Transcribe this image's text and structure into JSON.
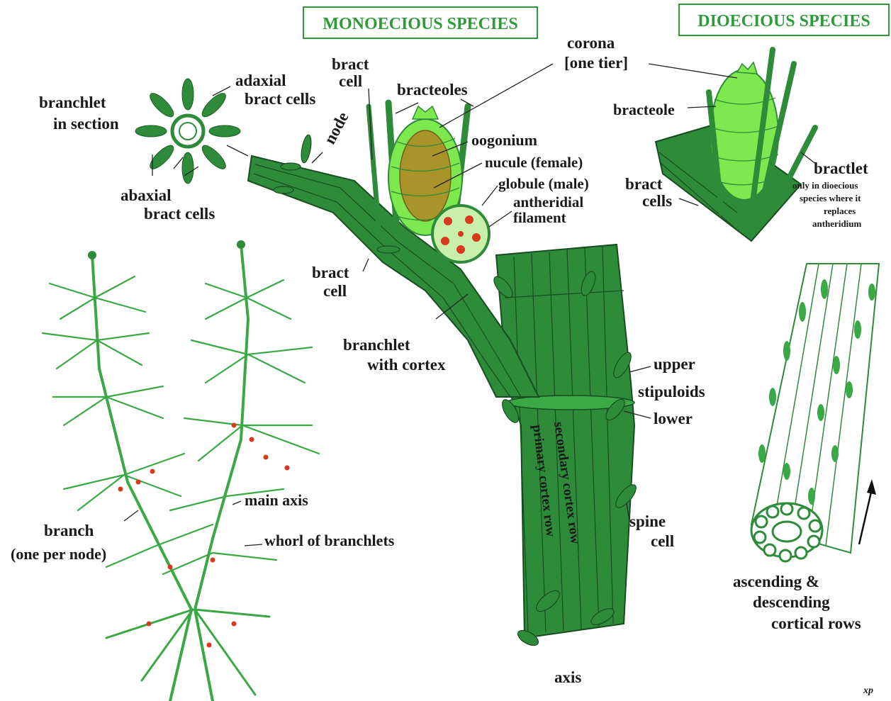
{
  "headers": {
    "monoecious": "MONOECIOUS SPECIES",
    "dioecious": "DIOECIOUS SPECIES"
  },
  "colors": {
    "dark_green": "#2e8b3a",
    "mid_green": "#3aa845",
    "light_green": "#7ee84f",
    "nucule_olive": "#a89428",
    "red": "#d83a1e",
    "title_green": "#2e9a3a"
  },
  "labels": {
    "adaxial_1": "adaxial",
    "adaxial_2": "bract cells",
    "branchlet_section_1": "branchlet",
    "branchlet_section_2": "in section",
    "abaxial_1": "abaxial",
    "abaxial_2": "bract cells",
    "bract_cell_top_1": "bract",
    "bract_cell_top_2": "cell",
    "node": "node",
    "bracteoles": "bracteoles",
    "corona_1": "corona",
    "corona_2": "[one tier]",
    "oogonium": "oogonium",
    "nucule": "nucule (female)",
    "globule": "globule (male)",
    "antheridial_1": "antheridial",
    "antheridial_2": "filament",
    "bract_cell_mid_1": "bract",
    "bract_cell_mid_2": "cell",
    "branchlet_cortex_1": "branchlet",
    "branchlet_cortex_2": "with cortex",
    "upper": "upper",
    "stipuloids": "stipuloids",
    "lower": "lower",
    "primary_cortex": "primary cortex row",
    "secondary_cortex": "secondary cortex row",
    "spine_cell_1": "spine",
    "spine_cell_2": "cell",
    "axis": "axis",
    "main_axis": "main axis",
    "whorl": "whorl of branchlets",
    "branch_1": "branch",
    "branch_2": "(one per node)",
    "bracteole": "bracteole",
    "bract_cells_right_1": "bract",
    "bract_cells_right_2": "cells",
    "bractlet": "bractlet",
    "bractlet_note_1": "only in dioecious",
    "bractlet_note_2": "species where it",
    "bractlet_note_3": "replaces",
    "bractlet_note_4": "antheridium",
    "ascending_1": "ascending &",
    "ascending_2": "descending",
    "ascending_3": "cortical rows",
    "signature": "xp"
  }
}
